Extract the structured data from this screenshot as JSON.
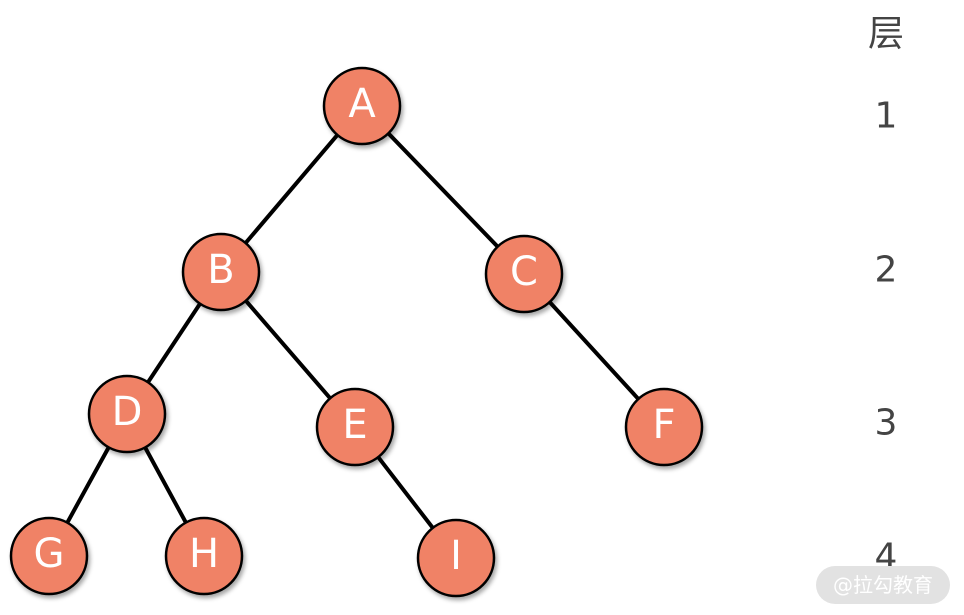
{
  "colors": {
    "node_fill": "#f08266",
    "node_stroke": "#000000",
    "edge": "#000000",
    "level_text": "#444444"
  },
  "tree": {
    "nodes": [
      {
        "id": "A",
        "label": "A"
      },
      {
        "id": "B",
        "label": "B"
      },
      {
        "id": "C",
        "label": "C"
      },
      {
        "id": "D",
        "label": "D"
      },
      {
        "id": "E",
        "label": "E"
      },
      {
        "id": "F",
        "label": "F"
      },
      {
        "id": "G",
        "label": "G"
      },
      {
        "id": "H",
        "label": "H"
      },
      {
        "id": "I",
        "label": "I"
      }
    ],
    "edges": [
      {
        "from": "A",
        "to": "B"
      },
      {
        "from": "A",
        "to": "C"
      },
      {
        "from": "B",
        "to": "D"
      },
      {
        "from": "B",
        "to": "E"
      },
      {
        "from": "C",
        "to": "F"
      },
      {
        "from": "D",
        "to": "G"
      },
      {
        "from": "D",
        "to": "H"
      },
      {
        "from": "E",
        "to": "I"
      }
    ]
  },
  "levels": {
    "header": "层",
    "items": [
      "1",
      "2",
      "3",
      "4"
    ]
  },
  "watermark": {
    "text": "@拉勾教育"
  }
}
